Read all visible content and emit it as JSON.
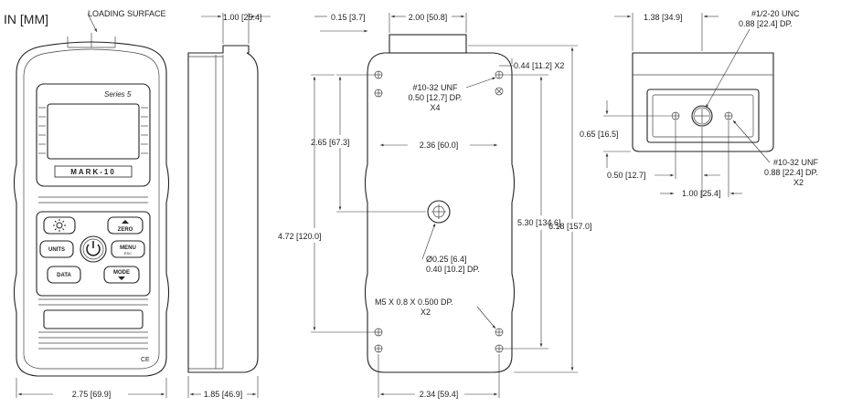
{
  "header": {
    "units": "IN [MM]",
    "loading_surface": "LOADING SURFACE"
  },
  "front_view": {
    "series_label": "Series 5",
    "brand": "MARK-10",
    "buttons": {
      "zero": "ZERO",
      "units": "UNITS",
      "menu": "MENU",
      "menu_sub": "ESC",
      "data": "DATA",
      "mode": "MODE"
    },
    "ce_mark": "CE",
    "width_dim": "2.75 [69.9]"
  },
  "side_view": {
    "top_dim": "1.00 [25.4]",
    "bottom_dim": "1.85 [46.9]"
  },
  "back_view": {
    "top_left_dim": "0.15 [3.7]",
    "top_center_dim": "2.00 [50.8]",
    "top_right_dim": "0.44 [11.2] X2",
    "thread_callout": [
      "#10-32 UNF",
      "0.50 [12.7] DP.",
      "X4"
    ],
    "dim_265": "2.65 [67.3]",
    "dim_236": "2.36 [60.0]",
    "dim_472": "4.72 [120.0]",
    "dim_530": "5.30 [134.6]",
    "dim_618": "6.18 [157.0]",
    "center_hole": [
      "Ø0.25 [6.4]",
      "0.40 [10.2] DP."
    ],
    "metric_callout": [
      "M5 X 0.8 X 0.500 DP.",
      "X2"
    ],
    "bottom_dim": "2.34 [59.4]"
  },
  "top_view": {
    "left_dim": "1.38 [34.9]",
    "unc_callout": [
      "#1/2-20 UNC",
      "0.88 [22.4] DP."
    ],
    "dim_065": "0.65 [16.5]",
    "dim_050": "0.50 [12.7]",
    "dim_100": "1.00 [25.4]",
    "unf_callout": [
      "#10-32 UNF",
      "0.88 [22.4] DP.",
      "X2"
    ]
  }
}
